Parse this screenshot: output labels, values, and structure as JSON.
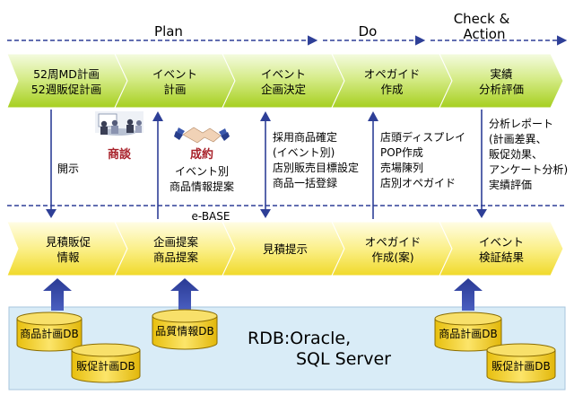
{
  "phases": {
    "plan": "Plan",
    "do": "Do",
    "check_line1": "Check &",
    "check_line2": "Action"
  },
  "top_steps": [
    {
      "line1": "52周MD計画",
      "line2": "52週販促計画"
    },
    {
      "line1": "イベント",
      "line2": "計画"
    },
    {
      "line1": "イベント",
      "line2": "企画決定"
    },
    {
      "line1": "オペガイド",
      "line2": "作成"
    },
    {
      "line1": "実績",
      "line2": "分析評価"
    }
  ],
  "middle": {
    "disclosure": "開示",
    "negotiation": "商談",
    "contract": "成約",
    "contract_detail_1": "イベント別",
    "contract_detail_2": "商品情報提案",
    "decision_lines": [
      "採用商品確定",
      "(イベント別)",
      "店別販売目標設定",
      "商品一括登録"
    ],
    "store_lines": [
      "店頭ディスプレイ",
      "POP作成",
      "売場陳列",
      "店別オペガイド"
    ],
    "report_lines": [
      "分析レポート",
      "(計画差異、",
      "販促効果、",
      "アンケート分析)",
      "実績評価"
    ]
  },
  "ebase_label": "e-BASE",
  "bottom_steps": [
    {
      "line1": "見積販促",
      "line2": "情報"
    },
    {
      "line1": "企画提案",
      "line2": "商品提案"
    },
    {
      "line1": "見積提示",
      "line2": ""
    },
    {
      "line1": "オペガイド",
      "line2": "作成(案)"
    },
    {
      "line1": "イベント",
      "line2": "検証結果"
    }
  ],
  "databases": {
    "left_top": "商品計画DB",
    "left_bottom": "販促計画DB",
    "center": "品質情報DB",
    "right_top": "商品計画DB",
    "right_bottom": "販促計画DB"
  },
  "rdb_line1": "RDB:Oracle,",
  "rdb_line2": "SQL Server",
  "colors": {
    "chevron_top_light": "#f2fad8",
    "chevron_top_dark": "#a6cf1f",
    "chevron_bottom_light": "#fffce0",
    "chevron_bottom_dark": "#f6e23a",
    "arrow_blue": "#2e3f97",
    "db_fill": "#f4d41e",
    "db_stroke": "#8a6c00",
    "bottom_panel": "#d6ecf7",
    "accent_red": "#a8212a"
  }
}
